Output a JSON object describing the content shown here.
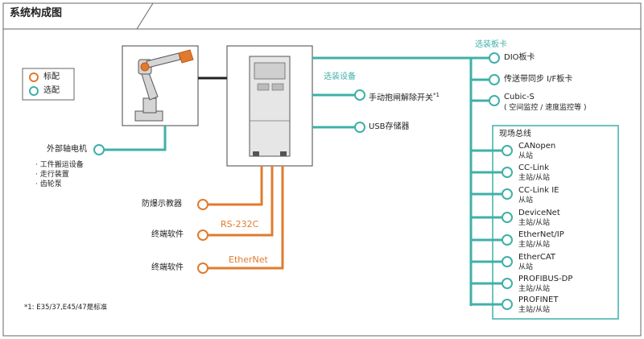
{
  "header": {
    "title": "系统构成图"
  },
  "legend": {
    "standard": "标配",
    "optional": "选配"
  },
  "colors": {
    "teal": "#3fb0a8",
    "orange": "#e07b2e",
    "frame": "#555555"
  },
  "left_axis": {
    "label": "外部轴电机",
    "items": [
      "· 工件搬运设备",
      "· 走行装置",
      "· 齿轮泵"
    ]
  },
  "option_equipment": {
    "title": "选装设备",
    "brake_release": "手动抱闸解除开关",
    "brake_note_mark": "*1",
    "usb": "USB存储器"
  },
  "option_boards": {
    "title": "选装板卡",
    "dio": "DIO板卡",
    "sync": "传送带同步 I/F板卡",
    "cubic_title": "Cubic-S",
    "cubic_sub": "( 空间监控 / 速度监控等 )"
  },
  "fieldbus": {
    "title": "现场总线",
    "items": [
      {
        "name": "CANopen",
        "role": "从站"
      },
      {
        "name": "CC-Link",
        "role": "主站/从站"
      },
      {
        "name": "CC-Link IE",
        "role": "从站"
      },
      {
        "name": "DeviceNet",
        "role": "主站/从站"
      },
      {
        "name": "EtherNet/IP",
        "role": "主站/从站"
      },
      {
        "name": "EtherCAT",
        "role": "从站"
      },
      {
        "name": "PROFIBUS-DP",
        "role": "主站/从站"
      },
      {
        "name": "PROFINET",
        "role": "主站/从站"
      }
    ]
  },
  "standard_items": {
    "pendant": "防爆示教器",
    "terminal1": "终端软件",
    "rs232c": "RS-232C",
    "terminal2": "终端软件",
    "ethernet": "EtherNet"
  },
  "footnote": "*1: E35/37,E45/47是标准"
}
